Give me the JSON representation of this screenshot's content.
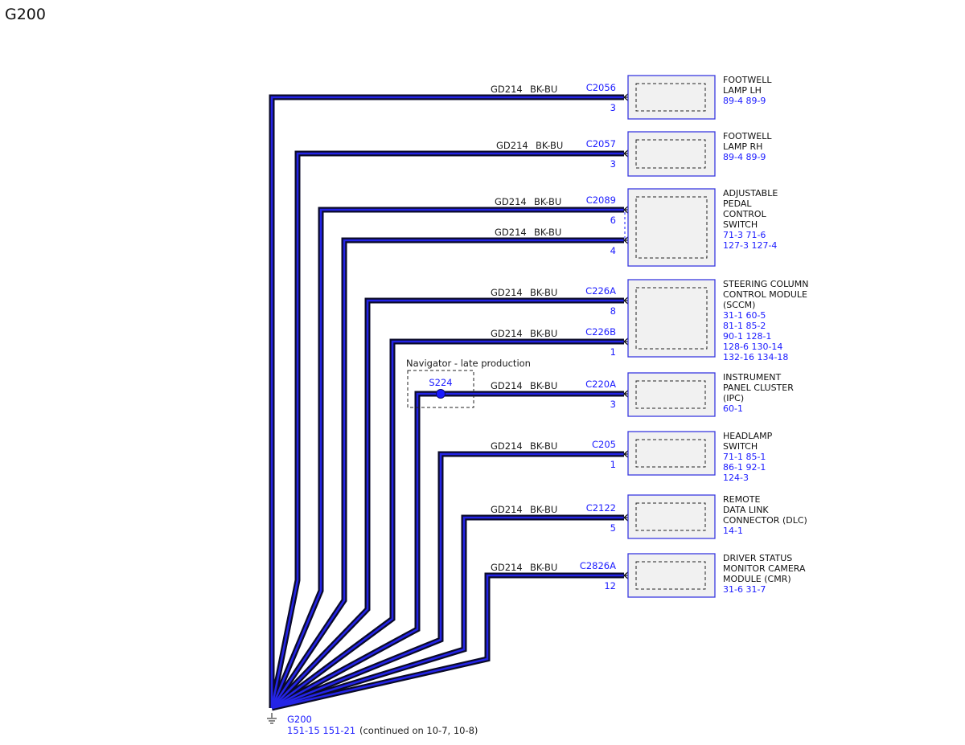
{
  "page_title": "G200",
  "colors": {
    "wire_outer": "#0a0a28",
    "wire_inner": "#2424e6",
    "component_border": "#3a3ae0",
    "component_fill": "#f1f1f1",
    "blue_text": "#1a1aff"
  },
  "splice": {
    "label": "S224",
    "group_label": "Navigator - late production"
  },
  "ground": {
    "label": "G200",
    "refs": "151-15   151-21",
    "note": "(continued on 10-7, 10-8)"
  },
  "circuits": [
    {
      "circuit": "GD214",
      "color": "BK-BU",
      "connector": "C2056",
      "pin": "3"
    },
    {
      "circuit": "GD214",
      "color": "BK-BU",
      "connector": "C2057",
      "pin": "3"
    },
    {
      "circuit": "GD214",
      "color": "BK-BU",
      "connector": "C2089",
      "pin": "6"
    },
    {
      "circuit": "GD214",
      "color": "BK-BU",
      "connector": "",
      "pin": "4"
    },
    {
      "circuit": "GD214",
      "color": "BK-BU",
      "connector": "C226A",
      "pin": "8"
    },
    {
      "circuit": "GD214",
      "color": "BK-BU",
      "connector": "C226B",
      "pin": "1"
    },
    {
      "circuit": "GD214",
      "color": "BK-BU",
      "connector": "C220A",
      "pin": "3"
    },
    {
      "circuit": "GD214",
      "color": "BK-BU",
      "connector": "C205",
      "pin": "1"
    },
    {
      "circuit": "GD214",
      "color": "BK-BU",
      "connector": "C2122",
      "pin": "5"
    },
    {
      "circuit": "GD214",
      "color": "BK-BU",
      "connector": "C2826A",
      "pin": "12"
    }
  ],
  "components": [
    {
      "name_lines": [
        "FOOTWELL",
        "LAMP LH"
      ],
      "refs": [
        "89-4    89-9"
      ]
    },
    {
      "name_lines": [
        "FOOTWELL",
        "LAMP RH"
      ],
      "refs": [
        "89-4    89-9"
      ]
    },
    {
      "name_lines": [
        "ADJUSTABLE",
        "PEDAL",
        "CONTROL",
        "SWITCH"
      ],
      "refs": [
        "71-3     71-6",
        "127-3   127-4"
      ]
    },
    {
      "name_lines": [
        "STEERING COLUMN",
        "CONTROL MODULE",
        "(SCCM)"
      ],
      "refs": [
        "31-1     60-5",
        "81-1     85-2",
        "90-1     128-1",
        "128-6    130-14",
        "132-16  134-18"
      ]
    },
    {
      "name_lines": [
        "INSTRUMENT",
        "PANEL CLUSTER",
        "(IPC)"
      ],
      "refs": [
        "60-1"
      ]
    },
    {
      "name_lines": [
        "HEADLAMP",
        "SWITCH"
      ],
      "refs": [
        "71-1     85-1",
        "86-1     92-1",
        "124-3"
      ]
    },
    {
      "name_lines": [
        "REMOTE",
        "DATA LINK",
        "CONNECTOR (DLC)"
      ],
      "refs": [
        "14-1"
      ]
    },
    {
      "name_lines": [
        "DRIVER STATUS",
        "MONITOR CAMERA",
        "MODULE (CMR)"
      ],
      "refs": [
        "31-6     31-7"
      ]
    }
  ]
}
